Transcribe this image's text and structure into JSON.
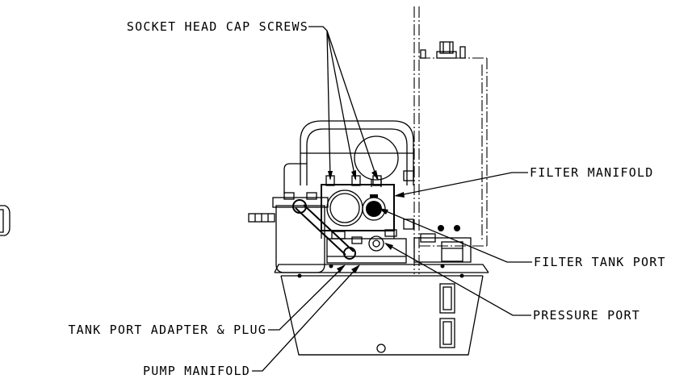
{
  "labels": {
    "socket_head_cap_screws": "SOCKET HEAD CAP SCREWS",
    "filter_manifold": "FILTER MANIFOLD",
    "filter_tank_port": "FILTER TANK PORT",
    "pressure_port": "PRESSURE PORT",
    "tank_port_adapter_plug": "TANK PORT ADAPTER & PLUG",
    "pump_manifold": "PUMP MANIFOLD"
  }
}
